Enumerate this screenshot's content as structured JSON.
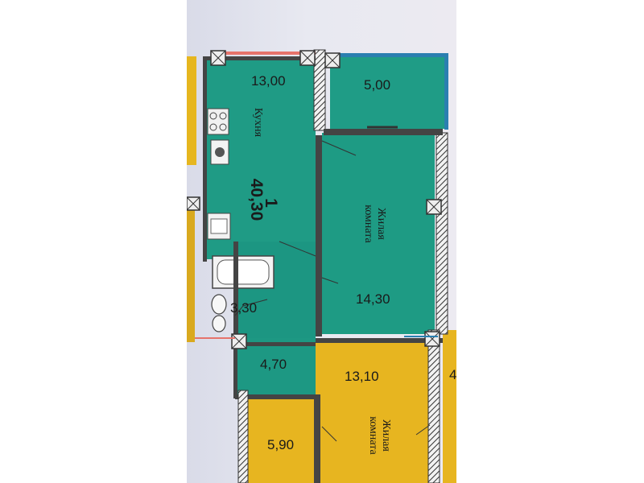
{
  "apartment": {
    "number": "1",
    "total_area": "40,30"
  },
  "rooms": {
    "kitchen": {
      "name": "Кухня",
      "area": "13,00"
    },
    "balcony": {
      "area": "5,00"
    },
    "living_room": {
      "name_line1": "Жилая",
      "name_line2": "комната",
      "area": "14,30"
    },
    "bathroom": {
      "area": "3,30"
    },
    "hallway": {
      "area": "4,70"
    },
    "neighbor_room": {
      "name_line1": "Жилая",
      "name_line2": "комната",
      "area": "13,10"
    },
    "neighbor_small": {
      "area": "5,90"
    },
    "neighbor_partial": {
      "area": "4"
    }
  },
  "colors": {
    "apartment_fill": "#1e9b84",
    "neighbor_fill": "#e7b520",
    "wall": "#3a3a3a",
    "background": "#dcdde9"
  }
}
